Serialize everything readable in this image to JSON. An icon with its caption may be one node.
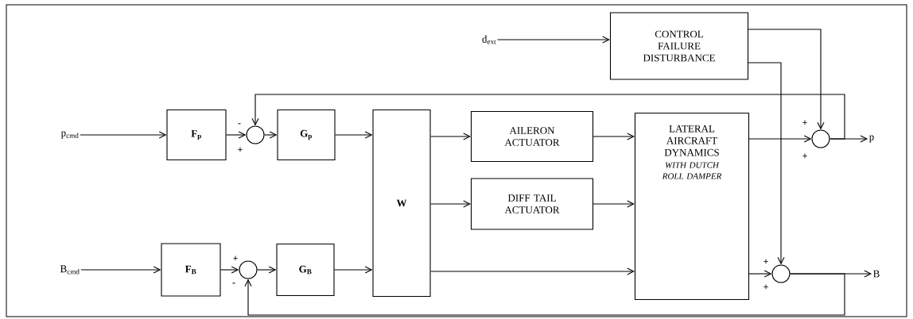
{
  "diagram": {
    "nodes": [
      {
        "text": [
          "p$_{cmd}$"
        ]
      },
      {
        "text": [
          "F$_{p}$"
        ]
      },
      {
        "text": [],
        "shape": "circle"
      },
      {
        "text": [
          "G$_{p}$"
        ]
      },
      {
        "text": [
          "B$_{cmd}$"
        ]
      },
      {
        "text": [
          "F$_{B}$"
        ]
      },
      {
        "text": [],
        "shape": "circle"
      },
      {
        "text": [
          "G$_{B}$"
        ]
      },
      {
        "text": [
          "W"
        ]
      },
      {
        "text": [
          "d$_{ext}$"
        ]
      },
      {
        "text": [
          "CONTROL FAILURE DISTURBANCE"
        ]
      },
      {
        "text": [
          "AILERON ACTUATOR"
        ]
      },
      {
        "text": [
          "DIFF TAIL ACTUATOR"
        ]
      },
      {
        "text": [
          "LATERAL AIRCRAFT DYNAMICS",
          "WITH DUTCH ROLL DAMPER"
        ]
      },
      {
        "text": [],
        "shape": "circle"
      },
      {
        "text": [
          "p"
        ]
      },
      {
        "text": [],
        "shape": "circle"
      },
      {
        "text": [
          "B"
        ]
      }
    ],
    "edges": [
      {
        "from": 0,
        "to": 1,
        "arrow": "to"
      },
      {
        "from": 1,
        "to": 2,
        "arrow": "to"
      },
      {
        "from": 2,
        "to": 3,
        "arrow": "to"
      },
      {
        "from": 3,
        "to": 8,
        "arrow": "to"
      },
      {
        "from": 4,
        "to": 5,
        "arrow": "to"
      },
      {
        "from": 5,
        "to": 6,
        "arrow": "to"
      },
      {
        "from": 6,
        "to": 7,
        "arrow": "to"
      },
      {
        "from": 7,
        "to": 8,
        "arrow": "to"
      },
      {
        "from": 8,
        "to": 11,
        "arrow": "to"
      },
      {
        "from": 8,
        "to": 12,
        "arrow": "to"
      },
      {
        "from": 8,
        "to": 13,
        "arrow": "to"
      },
      {
        "from": 11,
        "to": 13,
        "arrow": "to"
      },
      {
        "from": 12,
        "to": 13,
        "arrow": "to"
      },
      {
        "from": 9,
        "to": 10,
        "arrow": "to"
      },
      {
        "from": 10,
        "to": 14,
        "arrow": "to"
      },
      {
        "from": 10,
        "to": 16,
        "arrow": "to"
      },
      {
        "from": 13,
        "to": 14,
        "arrow": "to"
      },
      {
        "from": 13,
        "to": 16,
        "arrow": "to"
      },
      {
        "from": 14,
        "to": 15,
        "arrow": "to"
      },
      {
        "from": 16,
        "to": 17,
        "arrow": "to"
      },
      {
        "from": 14,
        "to": 2,
        "arrow": "to"
      },
      {
        "from": 16,
        "to": 6,
        "arrow": "to"
      }
    ],
    "labels": [
      "-",
      "+",
      "+",
      "-",
      "+",
      "+",
      "+",
      "+"
    ]
  }
}
